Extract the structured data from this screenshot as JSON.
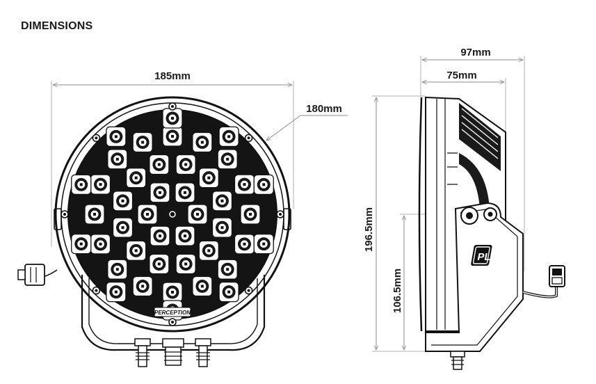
{
  "heading": "DIMENSIONS",
  "dimensions": {
    "front_width": "185mm",
    "lens_diameter": "180mm",
    "side_depth_total": "97mm",
    "side_depth_body": "75mm",
    "side_height_total": "196.5mm",
    "side_height_mount": "106.5mm"
  },
  "brand": {
    "front_badge": "PERCEPTION",
    "side_logo": "PL"
  },
  "colors": {
    "text": "#1a1a1a",
    "line": "#111111",
    "dimension_line": "#8c8c8c",
    "background": "#ffffff"
  }
}
